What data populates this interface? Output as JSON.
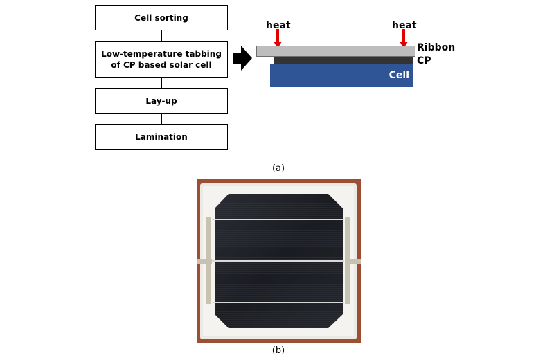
{
  "flow": {
    "steps": [
      "Cell sorting",
      "Low-temperature tabbing of CP based solar cell",
      "Lay-up",
      "Lamination"
    ]
  },
  "cross_section": {
    "heat_left": "heat",
    "heat_right": "heat",
    "ribbon_label": "Ribbon",
    "cp_label": "CP",
    "cell_label": "Cell",
    "colors": {
      "ribbon": "#bdbdbd",
      "cp": "#333333",
      "cell": "#2f5597",
      "heat_arrow": "#e00000"
    }
  },
  "captions": {
    "a": "(a)",
    "b": "(b)"
  }
}
